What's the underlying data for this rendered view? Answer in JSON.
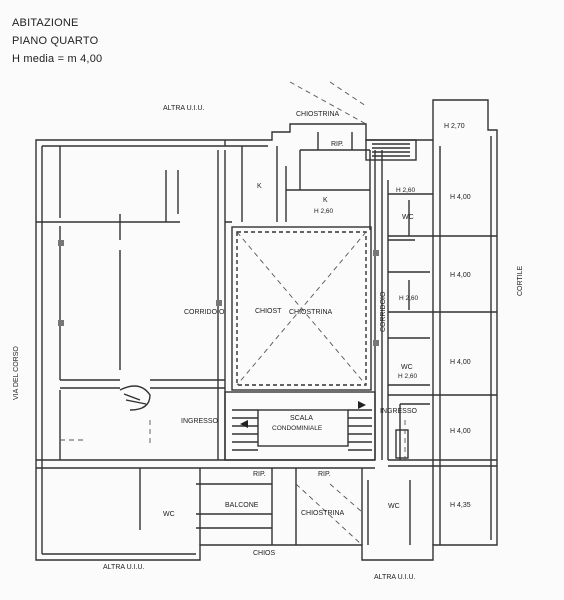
{
  "header": {
    "line1": "ABITAZIONE",
    "line2": "PIANO QUARTO",
    "line3": "H media = m 4,00"
  },
  "labels": {
    "altra_uiu_top": "ALTRA U.I.U.",
    "chiostrina_top": "CHIOSTRINA",
    "rip_top": "RIP.",
    "h270": "H 2,70",
    "k_left": "K",
    "k_right": "K",
    "h260_k": "H 2,60",
    "h260_a": "H 2,60",
    "h400_a": "H 4,00",
    "wc_a": "WC",
    "corridoio_left": "CORRIDOIO",
    "chiost_small": "CHIOST",
    "chiostrina_center": "CHIOSTRINA",
    "corridoio_right": "CORRIDOIO",
    "h260_b": "H 2,60",
    "h400_b": "H 4,00",
    "wc_b": "WC",
    "h260_c": "H 2,60",
    "h400_c": "H 4,00",
    "cortile": "CORTILE",
    "via_del_corso": "VIA    DEL    CORSO",
    "ingresso_left": "INGRESSO",
    "scala": "SCALA",
    "condominiale": "CONDOMINIALE",
    "ingresso_right": "INGRESSO",
    "h400_d": "H 4,00",
    "rip_left": "RIP.",
    "rip_right": "RIP.",
    "wc_bottom_left": "WC",
    "balcone": "BALCONE",
    "chiostrina_bottom": "CHIOSTRINA",
    "wc_bottom_right": "WC",
    "h435": "H 4,35",
    "chios_bottom": "CHIOS",
    "altra_uiu_bottom_left": "ALTRA U.I.U.",
    "altra_uiu_bottom_right": "ALTRA U.I.U."
  }
}
